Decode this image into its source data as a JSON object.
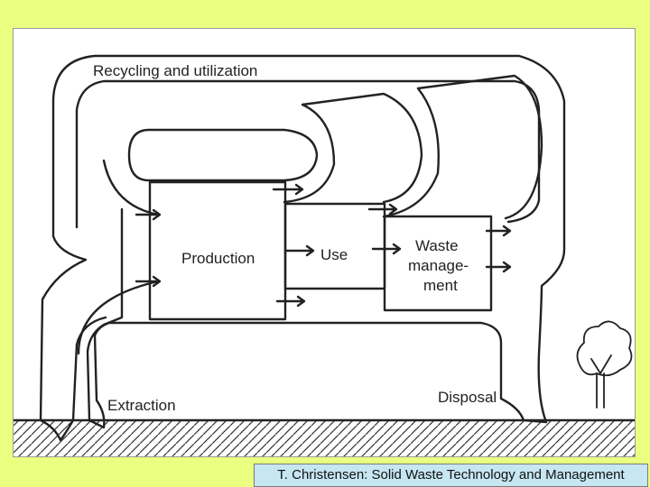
{
  "diagram": {
    "labels": {
      "recycling": "Recycling and utilization",
      "production": "Production",
      "use": "Use",
      "waste_line1": "Waste",
      "waste_line2": "manage-",
      "waste_line3": "ment",
      "extraction": "Extraction",
      "disposal": "Disposal"
    },
    "icons": [
      "flow-arrow-icon",
      "tree-icon"
    ]
  },
  "footer": {
    "caption": "T. Christensen: Solid Waste Technology and Management"
  },
  "colors": {
    "page_background": "#eaff80",
    "panel_background": "#ffffff",
    "caption_background": "#c6e6f2",
    "line": "#222222"
  }
}
